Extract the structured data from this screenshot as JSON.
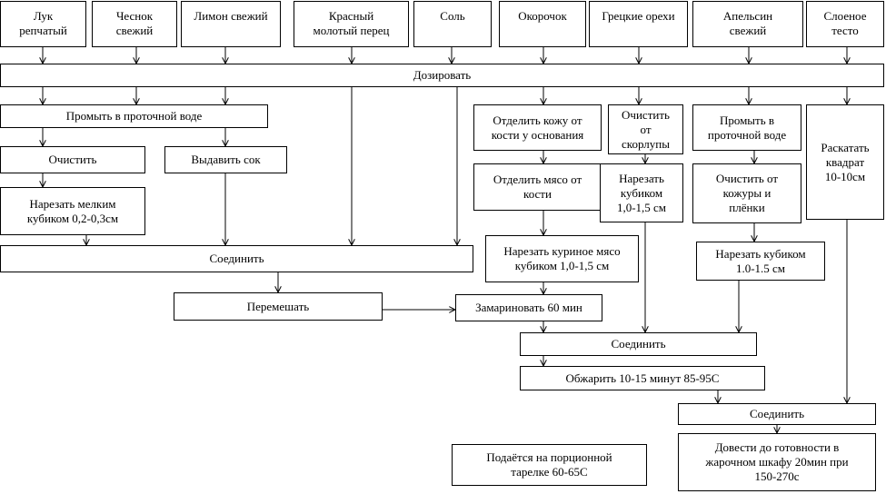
{
  "ingredients": {
    "onion": "Лук\nрепчатый",
    "garlic": "Чеснок\nсвежий",
    "lemon": "Лимон свежий",
    "pepper": "Красный\nмолотый перец",
    "salt": "Соль",
    "chicken_leg": "Окорочок",
    "walnuts": "Грецкие орехи",
    "orange": "Апельсин\nсвежий",
    "puff_pastry": "Слоеное\nтесто"
  },
  "steps": {
    "dose": "Дозировать",
    "rinse_running_water": "Промыть в проточной воде",
    "peel": "Очистить",
    "squeeze_juice": "Выдавить сок",
    "dice_fine": "Нарезать мелким\nкубиком 0,2-0,3см",
    "combine_1": "Соединить",
    "mix": "Перемешать",
    "marinate": "Замариновать 60 мин",
    "separate_skin": "Отделить кожу от\nкости у основания",
    "separate_meat": "Отделить мясо от\nкости",
    "dice_chicken": "Нарезать куриное мясо\nкубиком 1,0-1,5 см",
    "shell_nuts": "Очистить\nот\nскорлупы",
    "dice_nuts": "Нарезать\nкубиком\n1,0-1,5 см",
    "rinse_orange": "Промыть в\nпроточной воде",
    "peel_orange": "Очистить от\nкожуры и\nплёнки",
    "dice_orange": "Нарезать кубиком\n1.0-1.5 см",
    "roll_out": "Раскатать\nквадрат\n10-10см",
    "combine_2": "Соединить",
    "fry": "Обжарить 10-15 минут 85-95С",
    "combine_3": "Соединить",
    "bake": "Довести до готовности в\nжарочном шкафу 20мин при\n150-270с",
    "serve": "Подаётся на порционной\nтарелке 60-65С"
  }
}
